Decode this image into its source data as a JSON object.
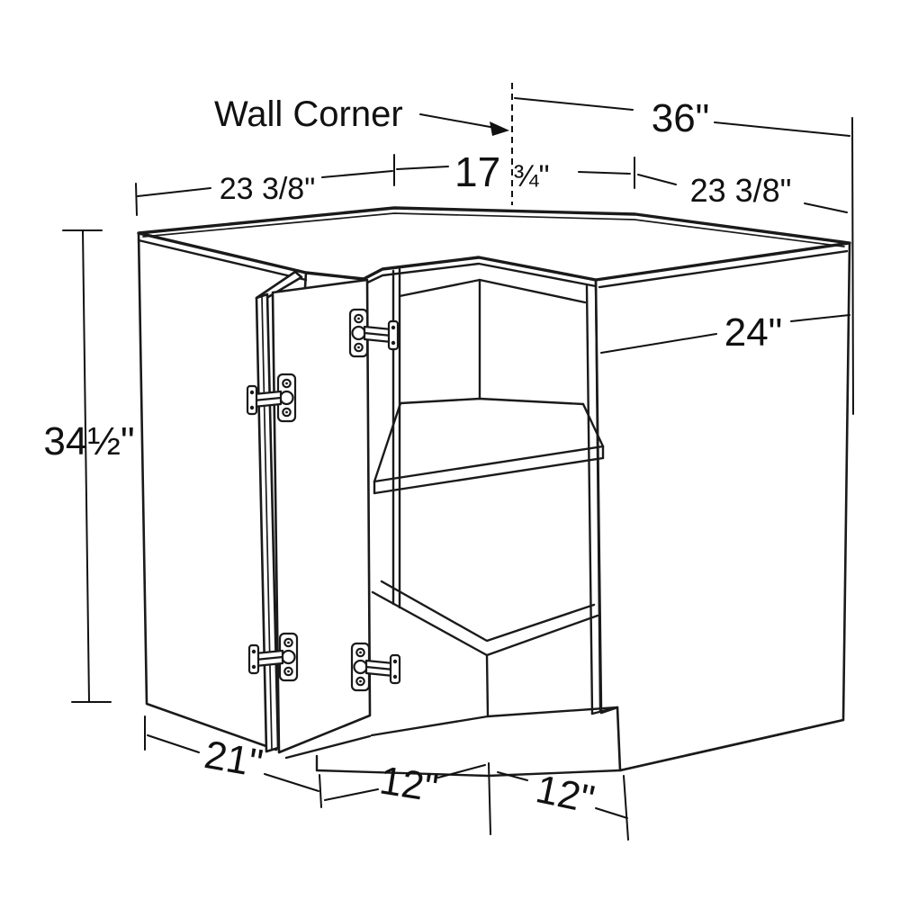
{
  "diagram": {
    "product_label": "Wall Corner",
    "line_color": "#1a1a1a",
    "background_color": "#ffffff",
    "dims": {
      "top_width": "36\"",
      "back_left_depth": "23 3/8\"",
      "front_center_whole": "17",
      "front_center_fraction": "¾\"",
      "back_right_depth": "23 3/8\"",
      "right_side_depth": "24\"",
      "cabinet_height": "34½\"",
      "left_base_depth": "21\"",
      "toe_left_width": "12\"",
      "toe_right_width": "12\""
    }
  }
}
